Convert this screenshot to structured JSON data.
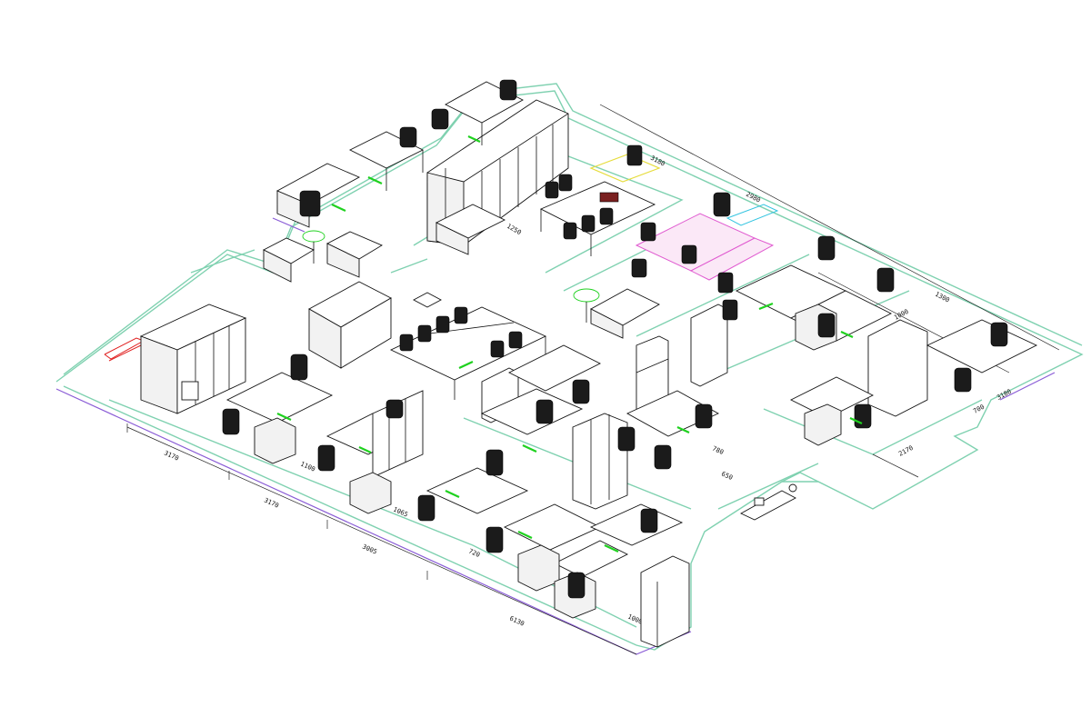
{
  "dimensions": [
    {
      "id": "d1",
      "text": "3170"
    },
    {
      "id": "d2",
      "text": "3170"
    },
    {
      "id": "d3",
      "text": "3005"
    },
    {
      "id": "d4",
      "text": "6130"
    },
    {
      "id": "d5",
      "text": "1100"
    },
    {
      "id": "d6",
      "text": "1065"
    },
    {
      "id": "d7",
      "text": "1000"
    },
    {
      "id": "d8",
      "text": "780"
    },
    {
      "id": "d9",
      "text": "3180"
    },
    {
      "id": "d10",
      "text": "2980"
    },
    {
      "id": "d11",
      "text": "3180"
    },
    {
      "id": "d12",
      "text": "2170"
    },
    {
      "id": "d13",
      "text": "700"
    },
    {
      "id": "d14",
      "text": "1300"
    },
    {
      "id": "d15",
      "text": "650"
    },
    {
      "id": "d16",
      "text": "1250"
    },
    {
      "id": "d17",
      "text": "1000"
    },
    {
      "id": "d18",
      "text": "720"
    }
  ],
  "colors": {
    "wall": "#7fd1b0",
    "wall_outer": "#8a5cd6",
    "furniture_stroke": "#111111",
    "accent_green": "#1fd11f",
    "meeting_magenta": "#e05ad0",
    "outlet_red": "#e02020"
  }
}
